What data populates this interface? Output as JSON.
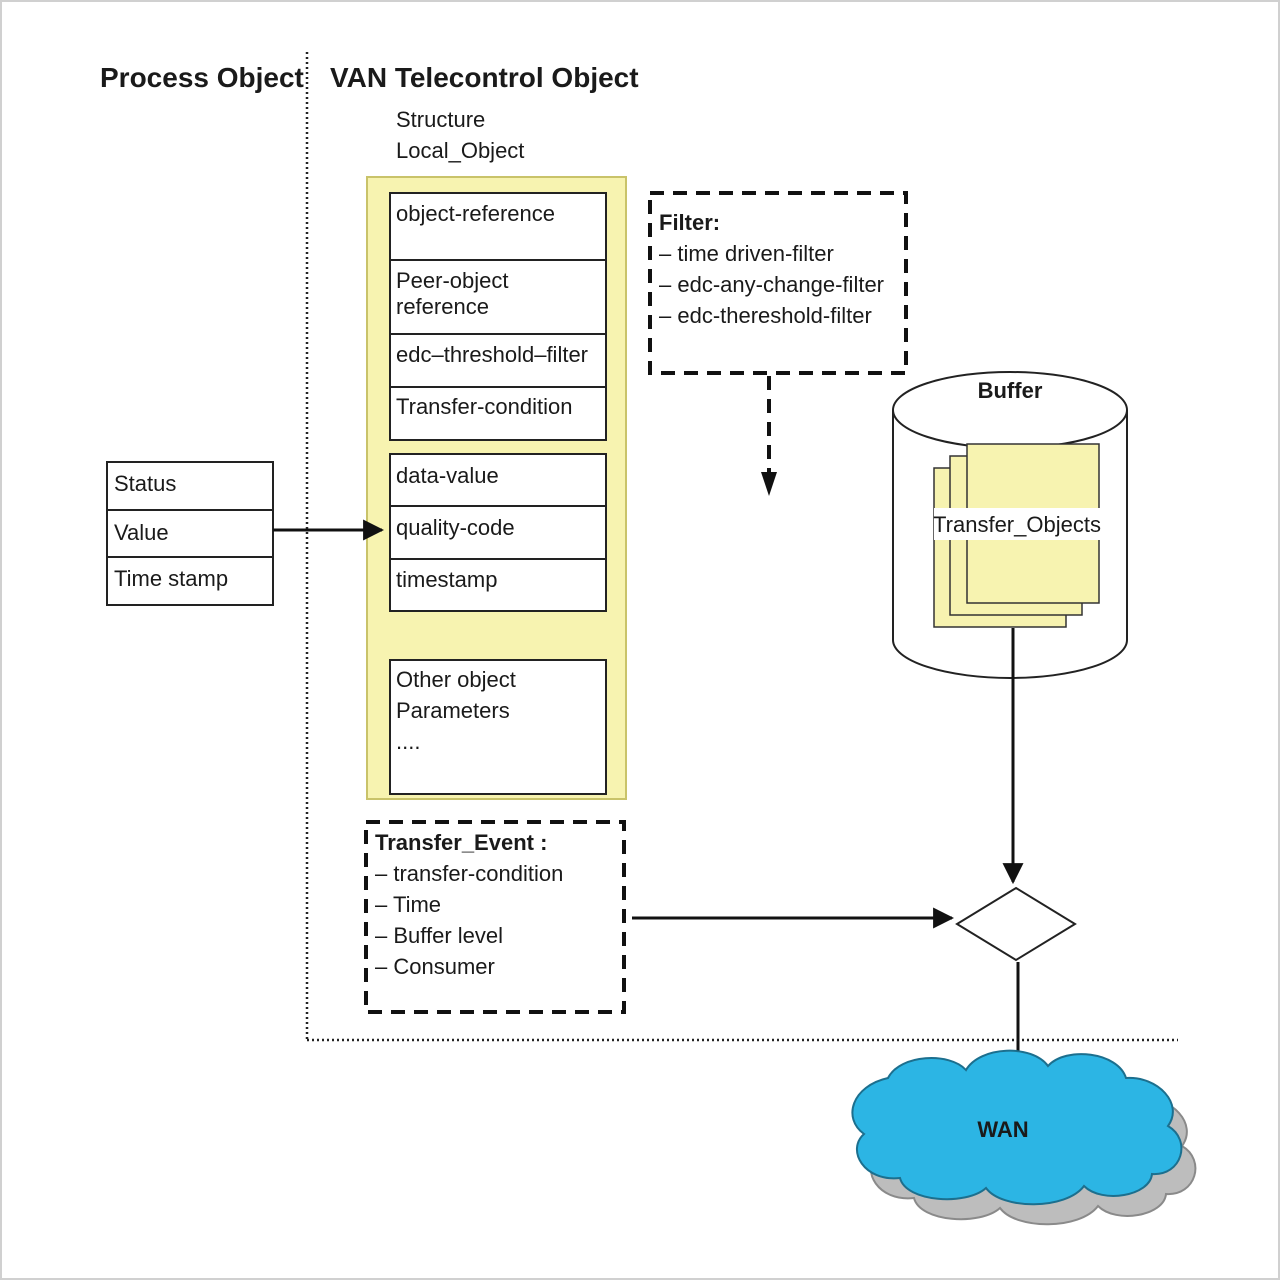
{
  "headers": {
    "process_object": "Process Object",
    "van_object": "VAN Telecontrol Object"
  },
  "structure_caption": [
    "Structure",
    "Local_Object"
  ],
  "process_fields": [
    "Status",
    "Value",
    "Time stamp"
  ],
  "local_object_fields": {
    "object_reference": "object-reference",
    "peer_object_reference": [
      "Peer-object",
      "reference"
    ],
    "edc_threshold_filter": "edc–threshold–filter",
    "transfer_condition": "Transfer-condition",
    "data_value": "data-value",
    "quality_code": "quality-code",
    "timestamp": "timestamp",
    "other_params": [
      "Other object",
      "Parameters",
      "...."
    ]
  },
  "filter": {
    "title": "Filter:",
    "items": [
      "– time driven-filter",
      "– edc-any-change-filter",
      "– edc-thereshold-filter"
    ]
  },
  "buffer": {
    "title": "Buffer",
    "content": "Transfer_Objects"
  },
  "transfer_event": {
    "title": "Transfer_Event :",
    "items": [
      "– transfer-condition",
      "– Time",
      "– Buffer level",
      "– Consumer"
    ]
  },
  "wan": {
    "label": "WAN"
  },
  "colors": {
    "yellow_fill": "#f7f3b0",
    "yellow_stroke": "#c9c36a",
    "wan_blue": "#2cb5e4",
    "wan_shadow": "#bdbdbd",
    "line": "#111111"
  }
}
